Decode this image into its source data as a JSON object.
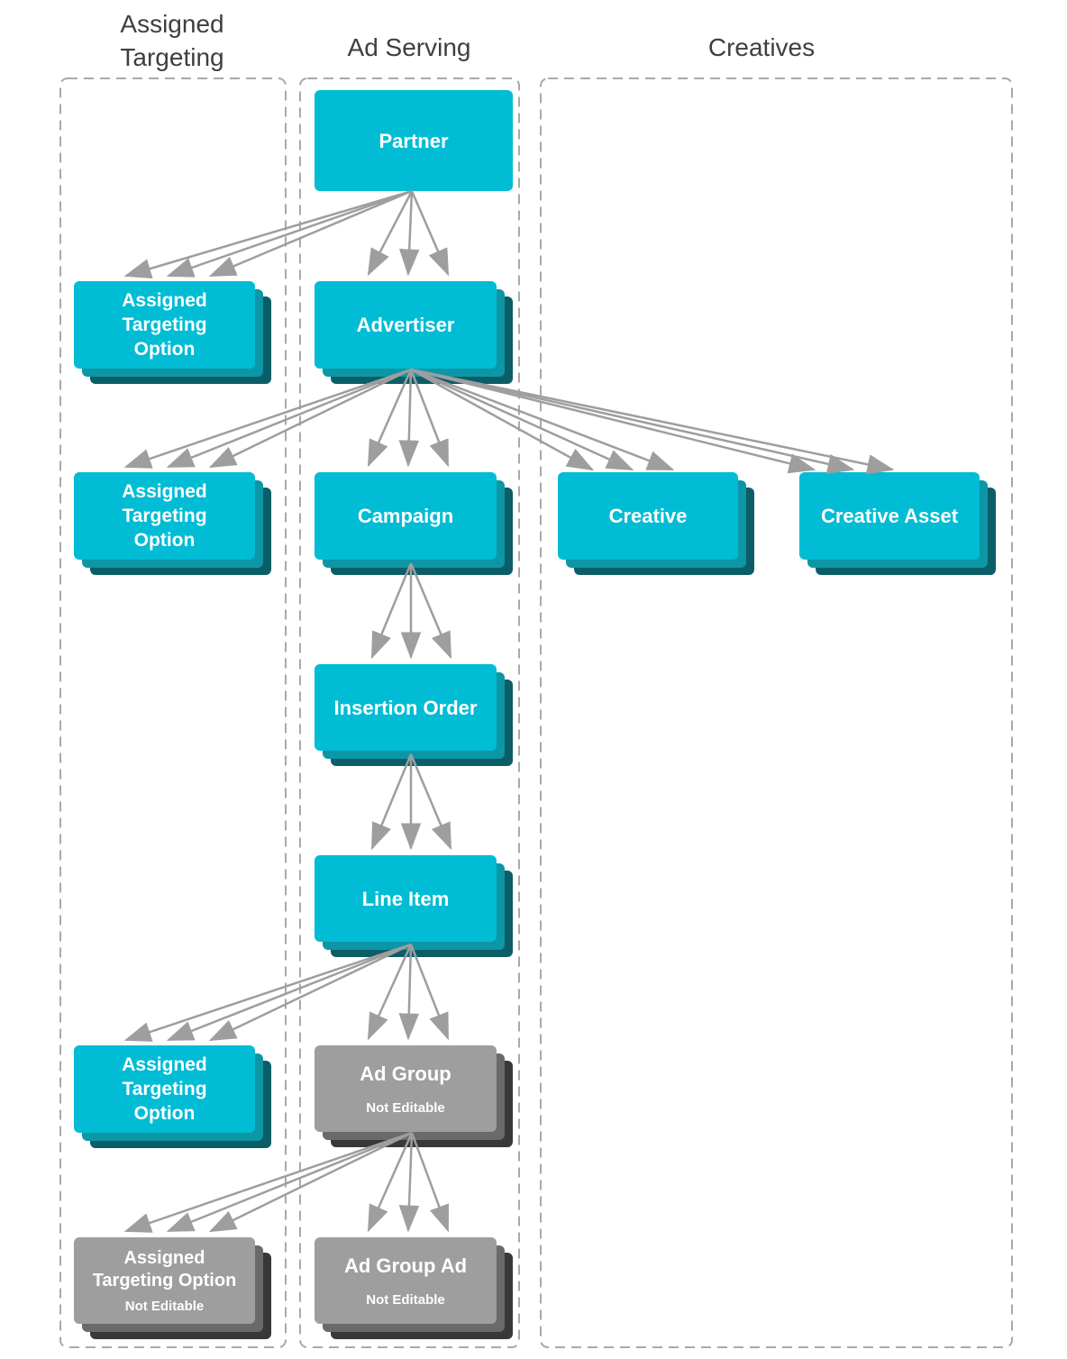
{
  "headers": {
    "assigned_targeting": "Assigned Targeting",
    "ad_serving": "Ad Serving",
    "creatives": "Creatives"
  },
  "nodes": {
    "partner": {
      "label": "Partner"
    },
    "ato_partner": {
      "label": [
        "Assigned",
        "Targeting",
        "Option"
      ]
    },
    "advertiser": {
      "label": "Advertiser"
    },
    "ato_advertiser": {
      "label": [
        "Assigned",
        "Targeting",
        "Option"
      ]
    },
    "campaign": {
      "label": "Campaign"
    },
    "creative": {
      "label": "Creative"
    },
    "creative_asset": {
      "label": "Creative Asset"
    },
    "insertion_order": {
      "label": "Insertion Order"
    },
    "line_item": {
      "label": "Line Item"
    },
    "ato_line_item": {
      "label": [
        "Assigned",
        "Targeting",
        "Option"
      ]
    },
    "ad_group": {
      "label": "Ad Group",
      "sublabel": "Not Editable"
    },
    "ato_ad_group": {
      "label": [
        "Assigned",
        "Targeting Option"
      ],
      "sublabel": "Not Editable"
    },
    "ad_group_ad": {
      "label": "Ad Group Ad",
      "sublabel": "Not Editable"
    }
  },
  "colors": {
    "editable_box": "#00bcd4",
    "editable_stack_mid": "#0d96a5",
    "editable_stack_back": "#0b5e68",
    "not_editable_box": "#9e9e9e",
    "not_editable_stack_mid": "#6a6a6a",
    "not_editable_stack_back": "#383838",
    "arrow": "#9e9e9e",
    "frame_dash": "#a9a9a9",
    "header_text": "#3c4043"
  }
}
